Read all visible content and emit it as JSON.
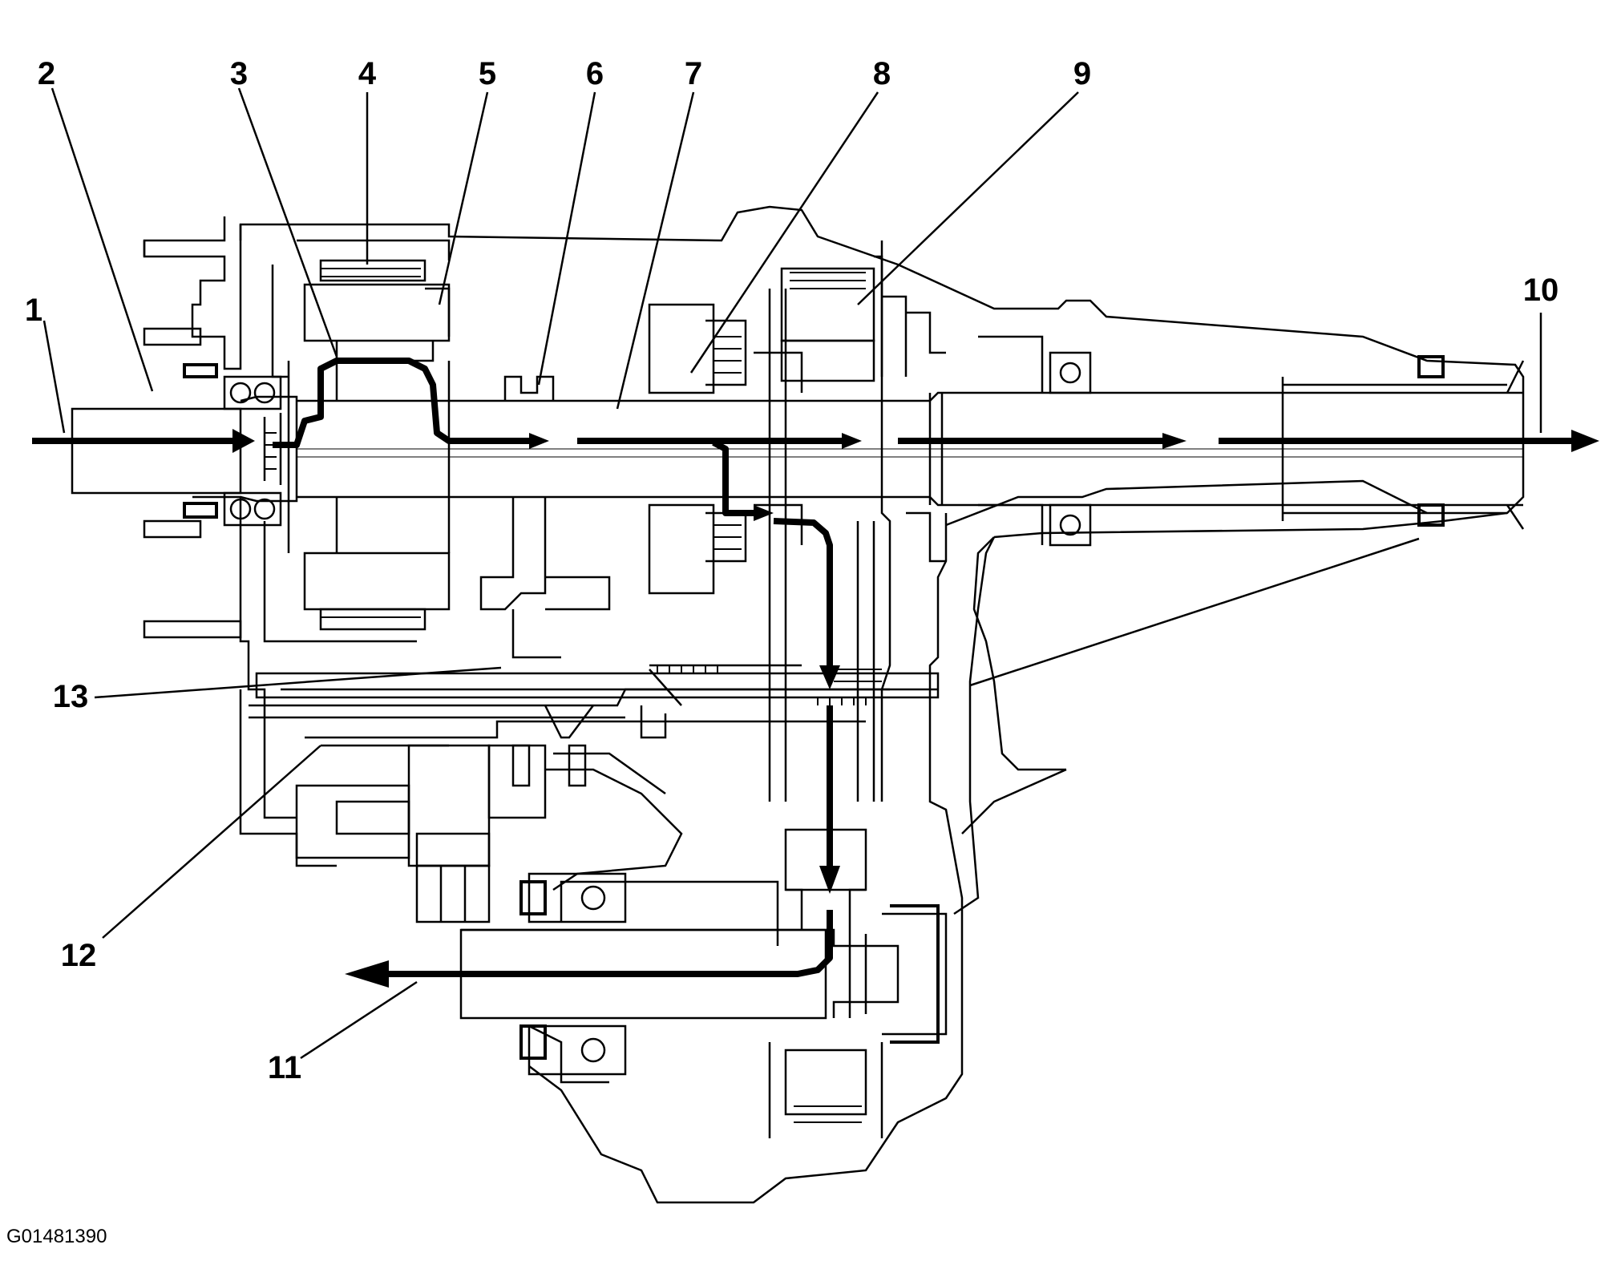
{
  "figure_id": "G01481390",
  "callouts": [
    {
      "n": "1"
    },
    {
      "n": "2"
    },
    {
      "n": "3"
    },
    {
      "n": "4"
    },
    {
      "n": "5"
    },
    {
      "n": "6"
    },
    {
      "n": "7"
    },
    {
      "n": "8"
    },
    {
      "n": "9"
    },
    {
      "n": "10"
    },
    {
      "n": "11"
    },
    {
      "n": "12"
    },
    {
      "n": "13"
    }
  ]
}
